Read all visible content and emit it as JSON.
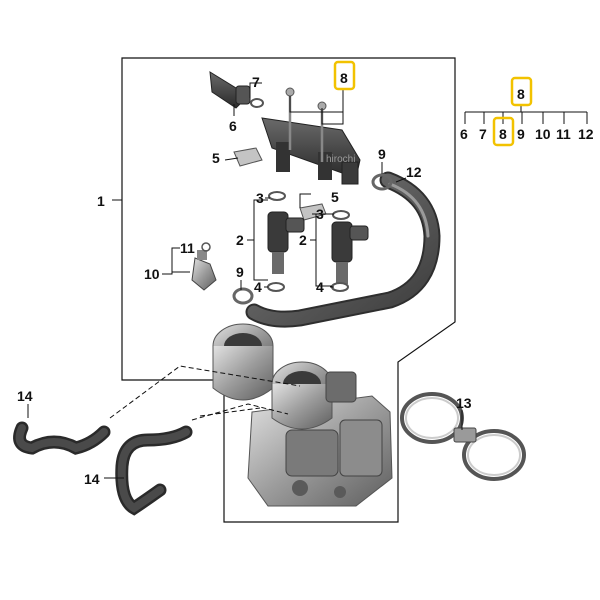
{
  "callouts": {
    "c1": "1",
    "c2a": "2",
    "c2b": "2",
    "c3a": "3",
    "c3b": "3",
    "c4a": "4",
    "c4b": "4",
    "c5a": "5",
    "c5b": "5",
    "c6": "6",
    "c7": "7",
    "c8": "8",
    "c9a": "9",
    "c9b": "9",
    "c10": "10",
    "c11": "11",
    "c12": "12",
    "c13": "13",
    "c14a": "14",
    "c14b": "14"
  },
  "key_tree": {
    "root": "8",
    "items": [
      "6",
      "7",
      "8",
      "9",
      "10",
      "11",
      "12"
    ],
    "highlighted": "8"
  },
  "watermark": "hirochi",
  "colors": {
    "highlight": "#f2c200",
    "part_dark": "#3a3a3a",
    "part_mid": "#8a8a8a",
    "part_light": "#bdbdbd"
  }
}
